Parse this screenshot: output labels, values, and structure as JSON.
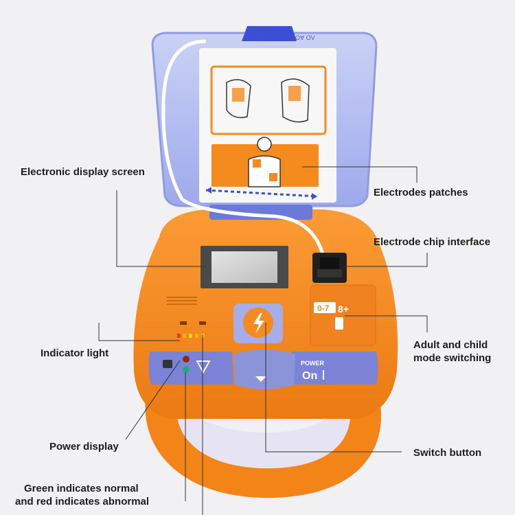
{
  "device": {
    "lid_text": "O∀ OV",
    "power_label": "POWER",
    "power_state": "On",
    "child_mode": "0-7",
    "adult_mode": "8+"
  },
  "callouts": {
    "electronic_display_screen": "Electronic display screen",
    "electrodes_patches": "Electrodes patches",
    "electrode_chip_interface": "Electrode chip interface",
    "indicator_light": "Indicator light",
    "adult_child_line1": "Adult and child",
    "adult_child_line2": "mode switching",
    "power_display": "Power display",
    "switch_button": "Switch button",
    "green_red_line1": "Green indicates normal",
    "green_red_line2": "and red indicates abnormal"
  },
  "colors": {
    "body_orange": "#f58a1f",
    "lid_blue": "#7f8fe6",
    "panel_purple": "#7b83d6",
    "patch_orange": "#f58a1f"
  }
}
